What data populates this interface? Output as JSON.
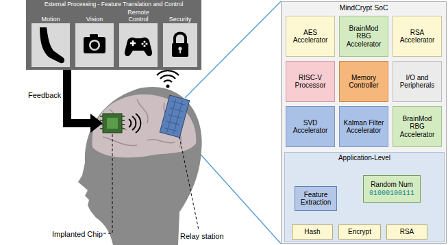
{
  "diagram": {
    "nodes": [
      {
        "text": [
          "External Processing - Feature Translation and Control"
        ]
      },
      {
        "text": [
          "Motion"
        ],
        "in": 0
      },
      {
        "text": [
          "Vision"
        ],
        "in": 0
      },
      {
        "text": [
          "Remote Control"
        ],
        "in": 0
      },
      {
        "text": [
          "Security"
        ],
        "in": 0
      },
      {
        "text": [
          "MindCrypt SoC"
        ]
      },
      {
        "text": [
          "AES Accelerator"
        ],
        "in": 5
      },
      {
        "text": [
          "BrainMod RBG Accelerator"
        ],
        "in": 5
      },
      {
        "text": [
          "RSA Accelerator"
        ],
        "in": 5
      },
      {
        "text": [
          "RISC-V Processor"
        ],
        "in": 5
      },
      {
        "text": [
          "Memory Controller"
        ],
        "in": 5
      },
      {
        "text": [
          "I/O and Peripherals"
        ],
        "in": 5
      },
      {
        "text": [
          "SVD Accelerator"
        ],
        "in": 5
      },
      {
        "text": [
          "Kalman Filter Accelerator"
        ],
        "in": 5
      },
      {
        "text": [
          "BrainMod RBG Accelerator"
        ],
        "in": 5
      },
      {
        "text": [
          "Application-Level"
        ],
        "in": 5
      },
      {
        "text": [
          "Feature Extraction"
        ],
        "in": 15
      },
      {
        "text": [
          "Random Num",
          "01000100111"
        ],
        "in": 15
      },
      {
        "text": [
          "Hash"
        ],
        "in": 15
      },
      {
        "text": [
          "Encrypt"
        ],
        "in": 15
      },
      {
        "text": [
          "RSA"
        ],
        "in": 15
      }
    ],
    "edges": [
      {
        "from": 16,
        "to": 18,
        "arrow": "to"
      },
      {
        "from": 16,
        "to": 19,
        "arrow": "to"
      },
      {
        "from": 17,
        "to": 16,
        "arrow": "to"
      },
      {
        "from": 17,
        "to": 19,
        "arrow": "to"
      },
      {
        "from": 17,
        "to": 20,
        "arrow": "to"
      }
    ],
    "labels": [
      "Feedback",
      "Implanted Chip",
      "Relay station"
    ]
  }
}
